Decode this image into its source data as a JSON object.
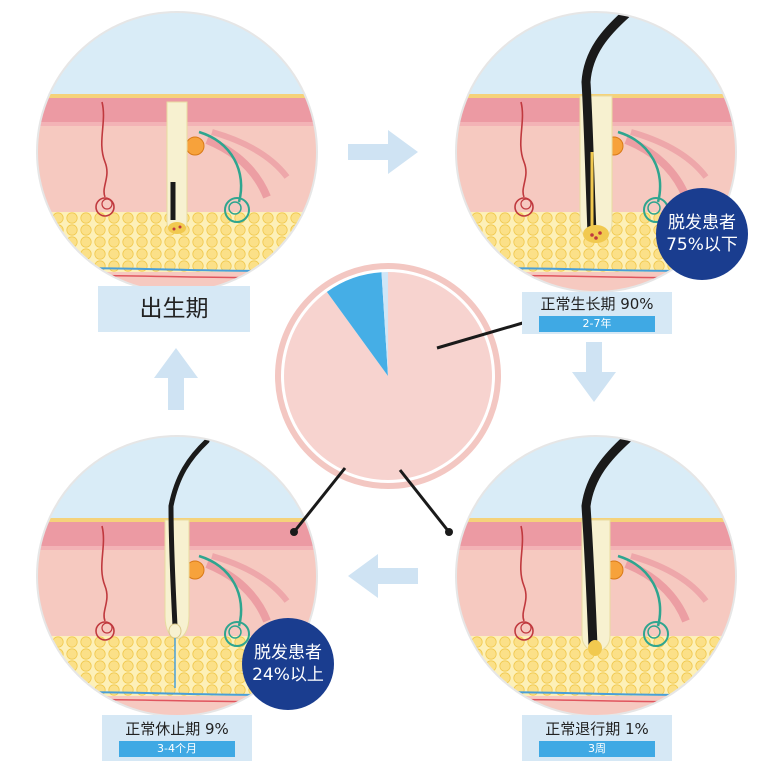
{
  "stages": [
    {
      "name": "出生期",
      "period": ""
    },
    {
      "name": "正常生长期 90%",
      "period": "2-7年"
    },
    {
      "name": "正常退行期 1%",
      "period": "3周"
    },
    {
      "name": "正常休止期 9%",
      "period": "3-4个月"
    }
  ],
  "badges": [
    {
      "line1": "脱发患者",
      "line2": "75%以下"
    },
    {
      "line1": "脱发患者",
      "line2": "24%以上"
    }
  ],
  "chart_data": {
    "type": "pie",
    "categories": [
      "正常生长期",
      "正常休止期",
      "正常退行期"
    ],
    "values": [
      90,
      9,
      1
    ],
    "colors": [
      "#f7d3cf",
      "#45aee6",
      "#cfe6f7"
    ]
  },
  "colors": {
    "sky": "#d9ecf7",
    "skin": "#f6c9c0",
    "epidermis": "#ec9aa3",
    "fat": "#fbe393",
    "hair_dark": "#1a1a1a",
    "arrow": "#cfe3f3",
    "accent": "#3fa9e4",
    "badge": "#1a3d8f"
  }
}
